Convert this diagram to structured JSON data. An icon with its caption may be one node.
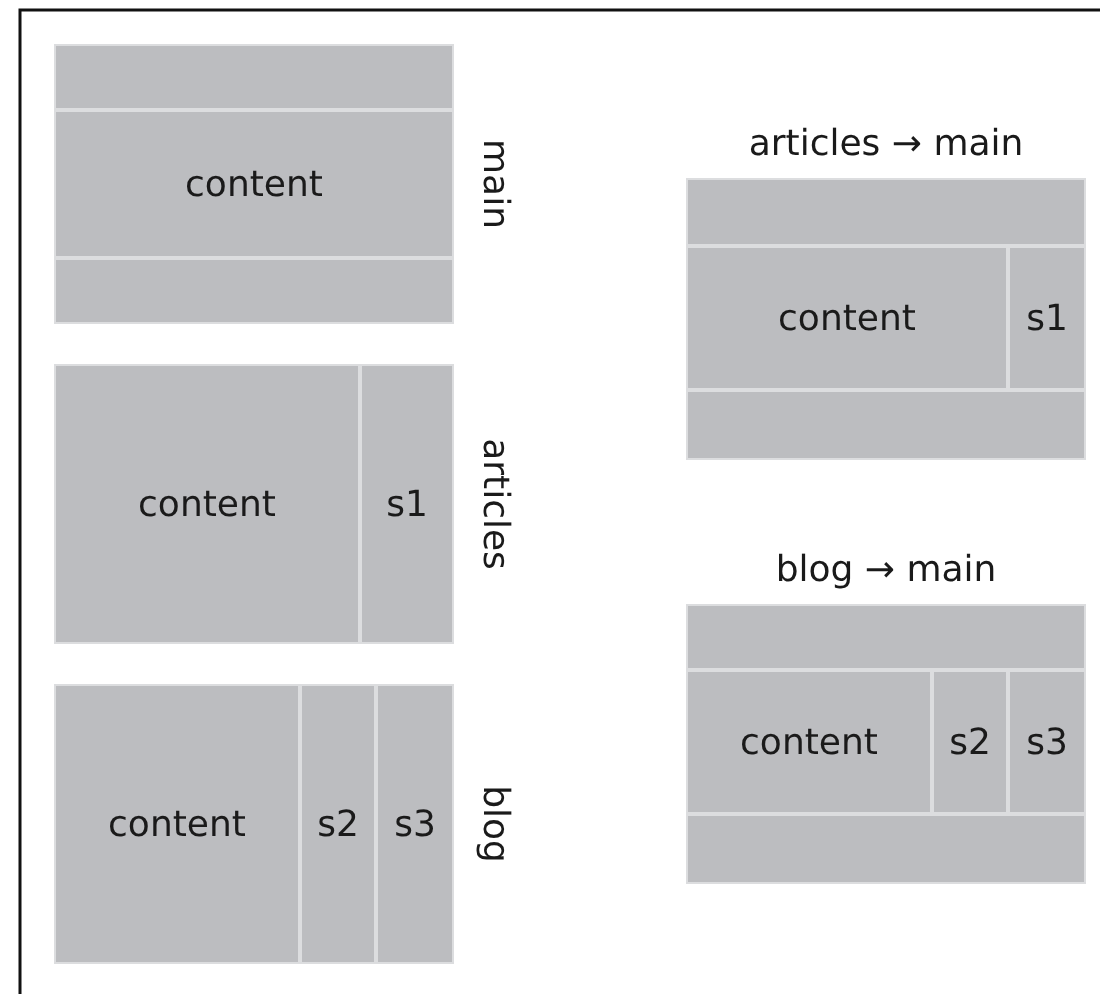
{
  "diagram": {
    "nodes": [
      {
        "text": [
          "main"
        ]
      },
      {
        "text": [],
        "shape": "box",
        "in": 0
      },
      {
        "text": [
          "content"
        ],
        "in": 0
      },
      {
        "text": [],
        "shape": "box",
        "in": 0
      },
      {
        "text": [
          "articles"
        ]
      },
      {
        "text": [
          "content"
        ],
        "in": 4
      },
      {
        "text": [
          "s1"
        ],
        "in": 4
      },
      {
        "text": [
          "blog"
        ]
      },
      {
        "text": [
          "content"
        ],
        "in": 7
      },
      {
        "text": [
          "s2"
        ],
        "in": 7
      },
      {
        "text": [
          "s3"
        ],
        "in": 7
      },
      {
        "text": [
          "articles → main"
        ]
      },
      {
        "text": [],
        "shape": "box",
        "in": 11
      },
      {
        "text": [
          "content"
        ],
        "in": 11
      },
      {
        "text": [
          "s1"
        ],
        "in": 11
      },
      {
        "text": [],
        "shape": "box",
        "in": 11
      },
      {
        "text": [
          "blog → main"
        ]
      },
      {
        "text": [],
        "shape": "box",
        "in": 16
      },
      {
        "text": [
          "content"
        ],
        "in": 16
      },
      {
        "text": [
          "s2"
        ],
        "in": 16
      },
      {
        "text": [
          "s3"
        ],
        "in": 16
      },
      {
        "text": [],
        "shape": "box",
        "in": 16
      }
    ],
    "edges": []
  }
}
